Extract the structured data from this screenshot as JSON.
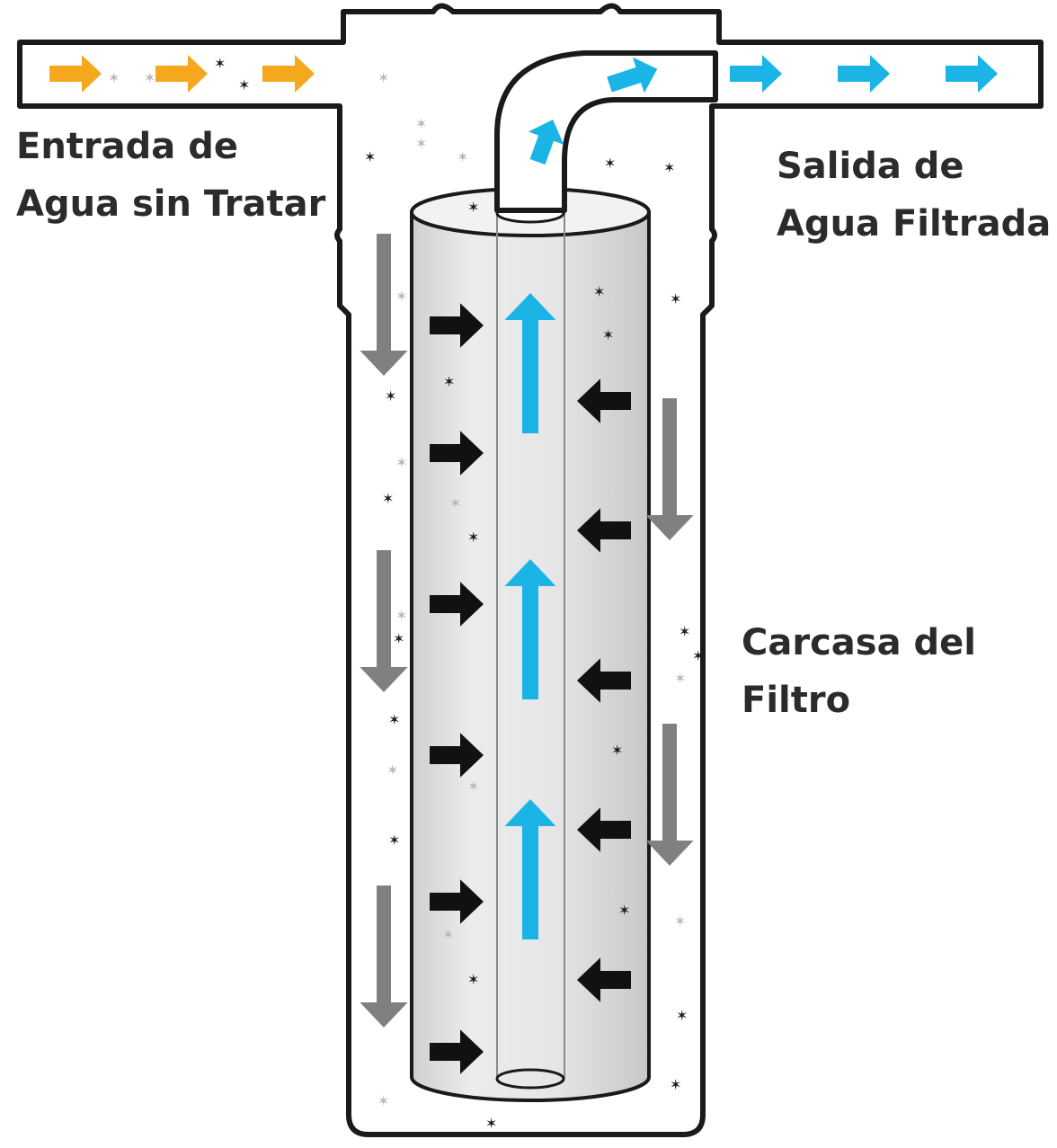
{
  "labels": {
    "inlet": [
      "Entrada de",
      "Agua sin Tratar"
    ],
    "outlet": [
      "Salida de",
      "Agua Filtrada"
    ],
    "housing": [
      "Carcasa del",
      "Filtro"
    ]
  },
  "colors": {
    "inlet_flow": "#f5a81e",
    "filtered_flow": "#1ab4e6",
    "radial_flow": "#111111",
    "housing_flow": "#808080",
    "outline": "#1a1a1a",
    "cartridge": "#e4e4e4"
  }
}
